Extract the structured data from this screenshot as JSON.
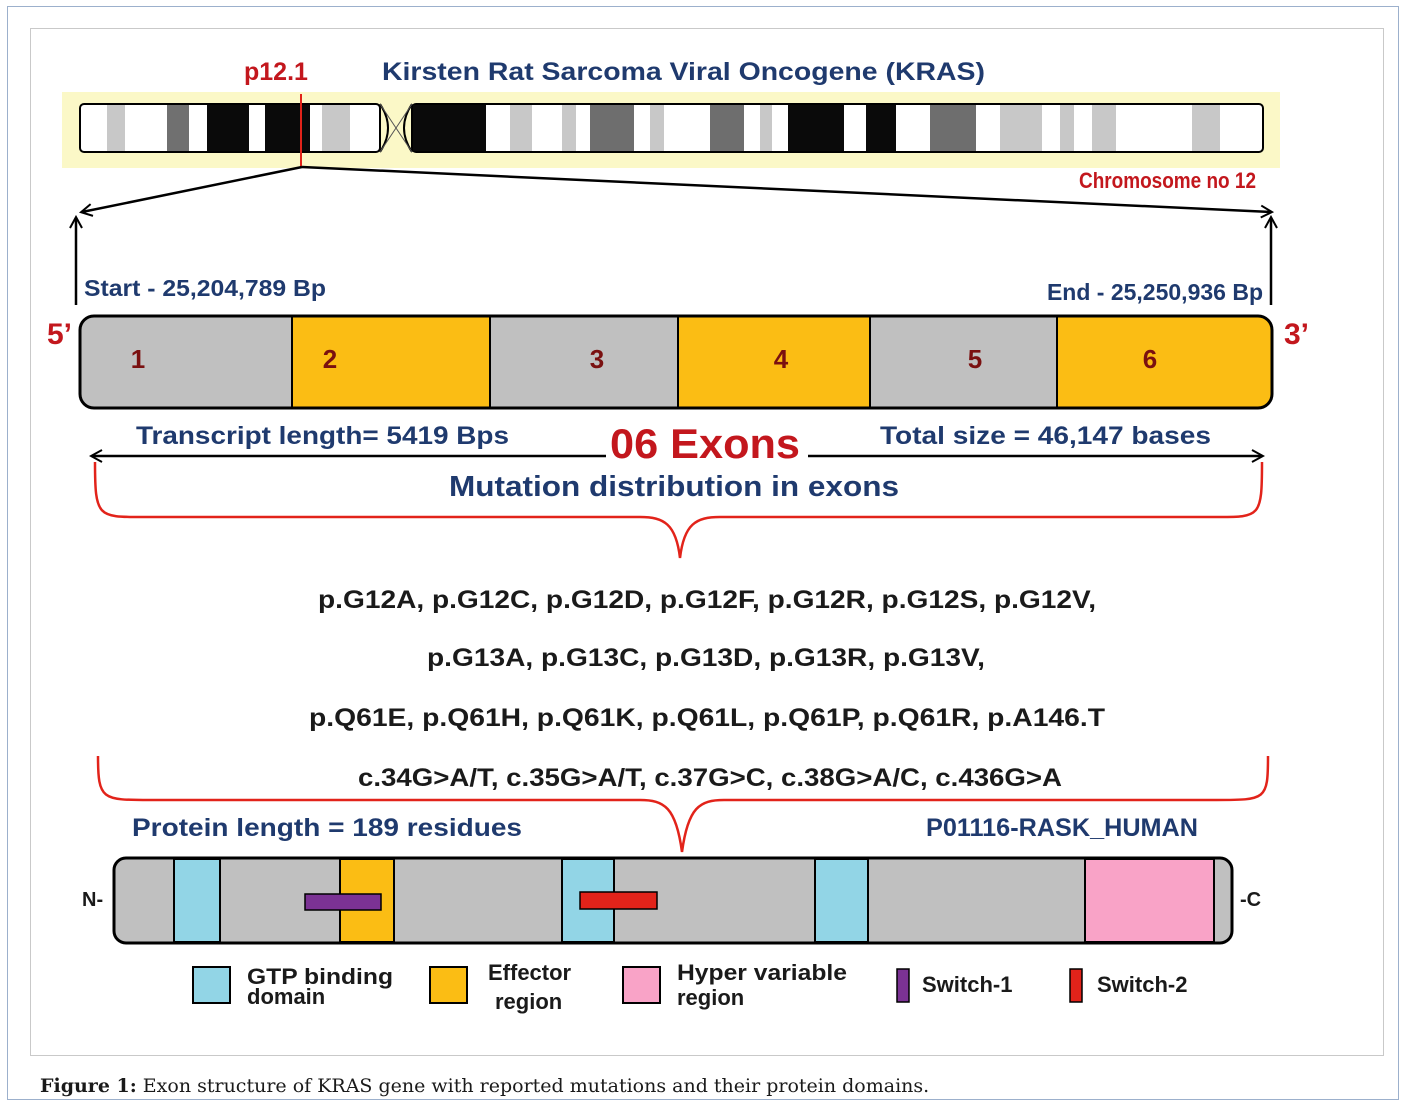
{
  "gene": {
    "band": "p12.1",
    "title": "Kirsten Rat Sarcoma Viral Oncogene  (KRAS)",
    "chromosome": "Chromosome no 12"
  },
  "transcript": {
    "start": "Start - 25,204,789 Bp",
    "end": "End - 25,250,936 Bp",
    "five_prime": "5’",
    "three_prime": "3’",
    "exons": [
      {
        "label": "1",
        "color": "#c0c0c0"
      },
      {
        "label": "2",
        "color": "#fbbd14"
      },
      {
        "label": "3",
        "color": "#c0c0c0"
      },
      {
        "label": "4",
        "color": "#fbbd14"
      },
      {
        "label": "5",
        "color": "#c0c0c0"
      },
      {
        "label": "6",
        "color": "#fbbd14"
      }
    ],
    "length_label": "Transcript length= 5419 Bps",
    "exon_count_label": "06 Exons",
    "total_size_label": "Total size = 46,147 bases"
  },
  "mutations": {
    "heading": "Mutation distribution in exons",
    "lines": [
      "p.G12A, p.G12C, p.G12D, p.G12F, p.G12R, p.G12S, p.G12V,",
      "p.G13A, p.G13C, p.G13D, p.G13R, p.G13V,",
      "p.Q61E, p.Q61H, p.Q61K, p.Q61L, p.Q61P, p.Q61R, p.A146.T",
      "c.34G>A/T, c.35G>A/T, c.37G>C, c.38G>A/C, c.436G>A"
    ]
  },
  "protein": {
    "length_label": "Protein length = 189 residues",
    "uniprot": "P01116-RASK_HUMAN",
    "n_term": "N-",
    "c_term": "-C"
  },
  "legend": [
    {
      "label_1": "GTP binding",
      "label_2": "domain",
      "color": "#92d5e6"
    },
    {
      "label_1": "Effector",
      "label_2": "region",
      "color": "#fbbd14"
    },
    {
      "label_1": "Hyper variable",
      "label_2": "region",
      "color": "#f9a3c7"
    },
    {
      "label_1": "Switch-1",
      "label_2": "",
      "color": "#7b3294"
    },
    {
      "label_1": "Switch-2",
      "label_2": "",
      "color": "#e2231a"
    }
  ],
  "caption": {
    "label": "Figure 1:",
    "text": " Exon structure of KRAS gene with reported mutations and their protein domains."
  },
  "colors": {
    "dark_blue": "#1f3a6e",
    "red": "#c3171d",
    "exon_text": "#7a1010"
  }
}
